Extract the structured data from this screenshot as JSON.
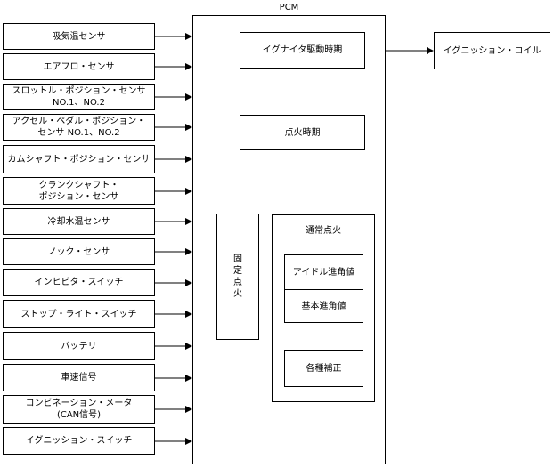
{
  "pcm_label": "PCM",
  "inputs": [
    "吸気温センサ",
    "エアフロ・センサ",
    "スロットル・ポジション・センサ\nNO.1、NO.2",
    "アクセル・ペダル・ポジション・\nセンサ NO.1、NO.2",
    "カムシャフト・ポジション・センサ",
    "クランクシャフト・\nポジション・センサ",
    "冷却水温センサ",
    "ノック・センサ",
    "インヒビタ・スイッチ",
    "ストップ・ライト・スイッチ",
    "バッテリ",
    "車速信号",
    "コンビネーション・メータ\n(CAN信号)",
    "イグニッション・スイッチ"
  ],
  "blocks": {
    "igniter_timing": "イグナイタ駆動時期",
    "ignition_coil": "イグニッション・コイル",
    "ignition_timing": "点火時期",
    "fixed_ignition": [
      "固",
      "定",
      "点",
      "火"
    ],
    "normal_ignition": "通常点火",
    "idle_advance": "アイドル進角値",
    "base_advance": "基本進角値",
    "corrections": "各種補正"
  }
}
